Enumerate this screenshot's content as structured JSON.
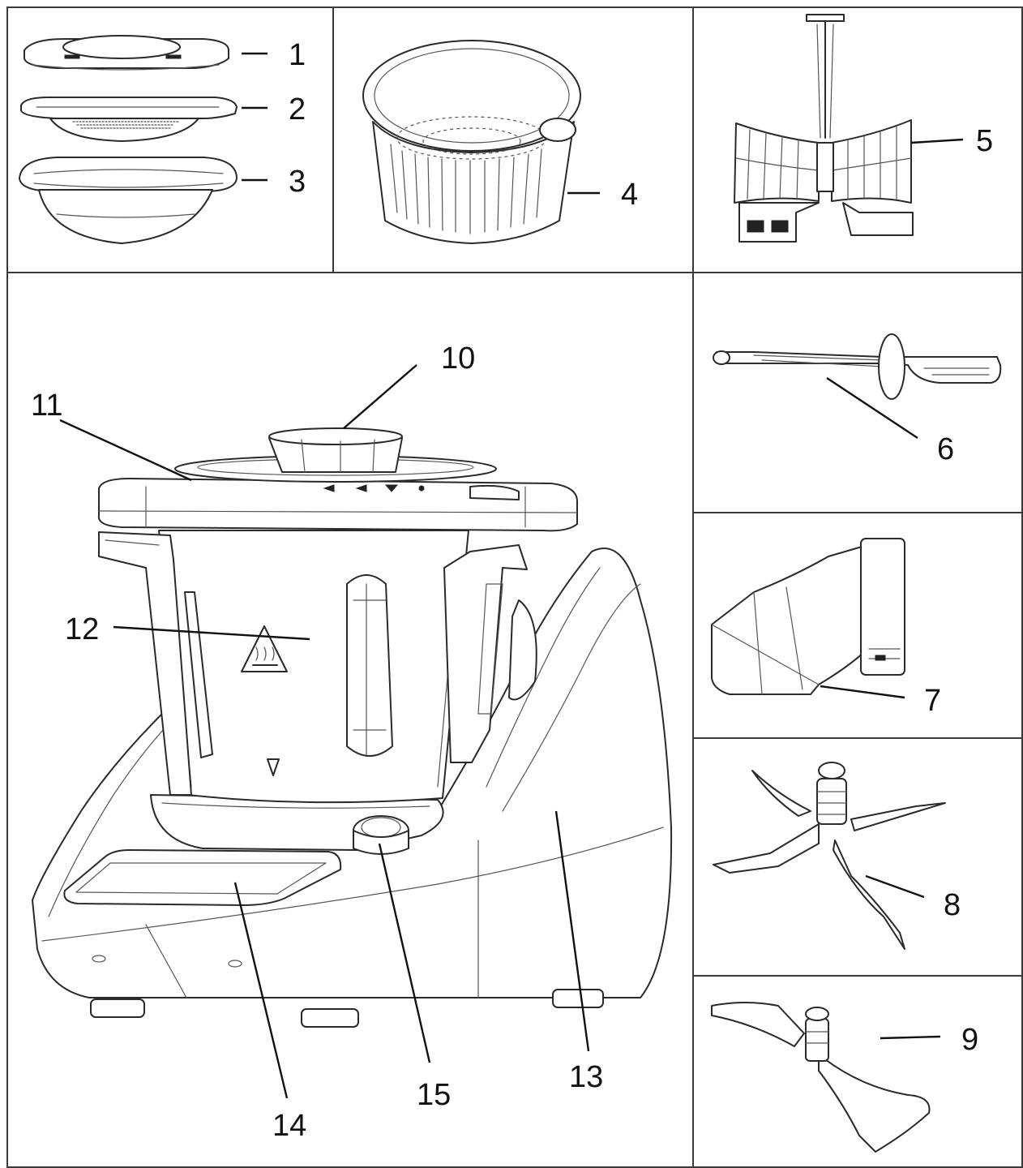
{
  "labels": {
    "p1": "1",
    "p2": "2",
    "p3": "3",
    "p4": "4",
    "p5": "5",
    "p6": "6",
    "p7": "7",
    "p8": "8",
    "p9": "9",
    "p10": "10",
    "p11": "11",
    "p12": "12",
    "p13": "13",
    "p14": "14",
    "p15": "15"
  },
  "colors": {
    "line": "#2a2a2a",
    "frame": "#3a3a3a",
    "background": "#ffffff"
  }
}
